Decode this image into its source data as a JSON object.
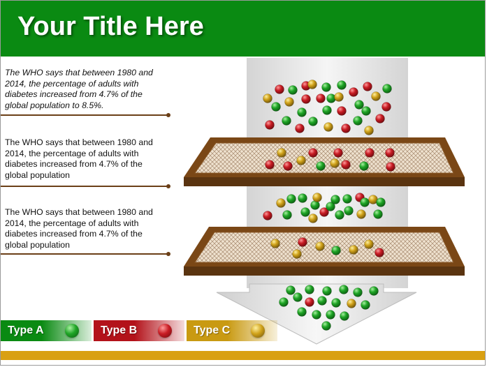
{
  "title": "Your Title Here",
  "notes": [
    "The WHO says that between 1980 and 2014, the percentage of adults with diabetes increased from 4.7% of the global population to 8.5%.",
    "The WHO says that between 1980 and 2014, the percentage of adults with diabetes increased from 4.7% of the global population",
    "The WHO says that between 1980 and 2014, the percentage of adults with diabetes increased from 4.7% of the global population"
  ],
  "legend": [
    {
      "label": "Type A",
      "color": "#0a8a12"
    },
    {
      "label": "Type B",
      "color": "#b3121a"
    },
    {
      "label": "Type C",
      "color": "#c99a12"
    }
  ],
  "colors": {
    "title_bar": "#0a8a12",
    "accent_band": "#d9a012",
    "sieve_frame": "#7a4716",
    "ball_green": "#1a9a24",
    "ball_red": "#c01822",
    "ball_gold": "#c99a12"
  },
  "icons": [
    "sieve-icon",
    "funnel-arrow-icon",
    "ball-icon"
  ]
}
